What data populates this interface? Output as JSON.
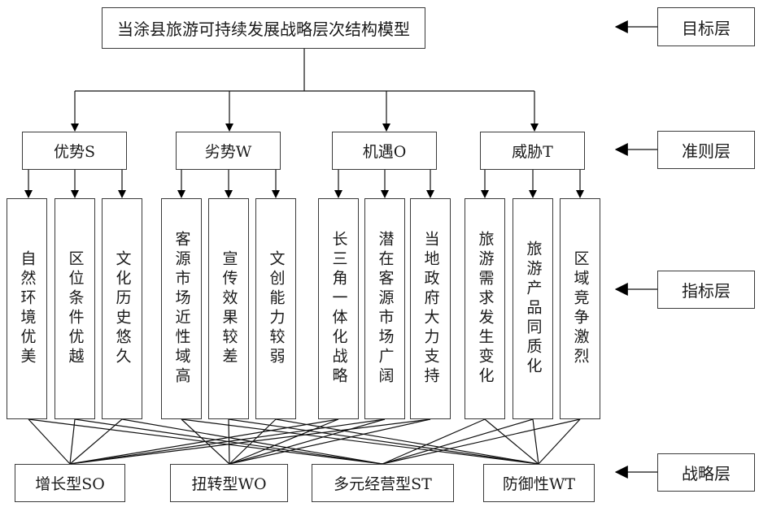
{
  "goal": {
    "title": "当涂县旅游可持续发展战略层次结构模型"
  },
  "criteria": [
    {
      "id": "S",
      "label": "优势S",
      "indicators": [
        "自然环境优美",
        "区位条件优越",
        "文化历史悠久"
      ]
    },
    {
      "id": "W",
      "label": "劣势W",
      "indicators": [
        "客源市场近性域高",
        "宣传效果较差",
        "文创能力较弱"
      ]
    },
    {
      "id": "O",
      "label": "机遇O",
      "indicators": [
        "长三角一体化战略",
        "潜在客源市场广阔",
        "当地政府大力支持"
      ]
    },
    {
      "id": "T",
      "label": "威胁T",
      "indicators": [
        "旅游需求发生变化",
        "旅游产品同质化",
        "区域竞争激烈"
      ]
    }
  ],
  "strategies": [
    {
      "id": "SO",
      "label": "增长型SO",
      "links": [
        "S",
        "O"
      ]
    },
    {
      "id": "WO",
      "label": "扭转型WO",
      "links": [
        "W",
        "O"
      ]
    },
    {
      "id": "ST",
      "label": "多元经营型ST",
      "links": [
        "S",
        "T"
      ]
    },
    {
      "id": "WT",
      "label": "防御性WT",
      "links": [
        "W",
        "T"
      ]
    }
  ],
  "layers": {
    "goal": "目标层",
    "criteria": "准则层",
    "indicator": "指标层",
    "strategy": "战略层"
  }
}
